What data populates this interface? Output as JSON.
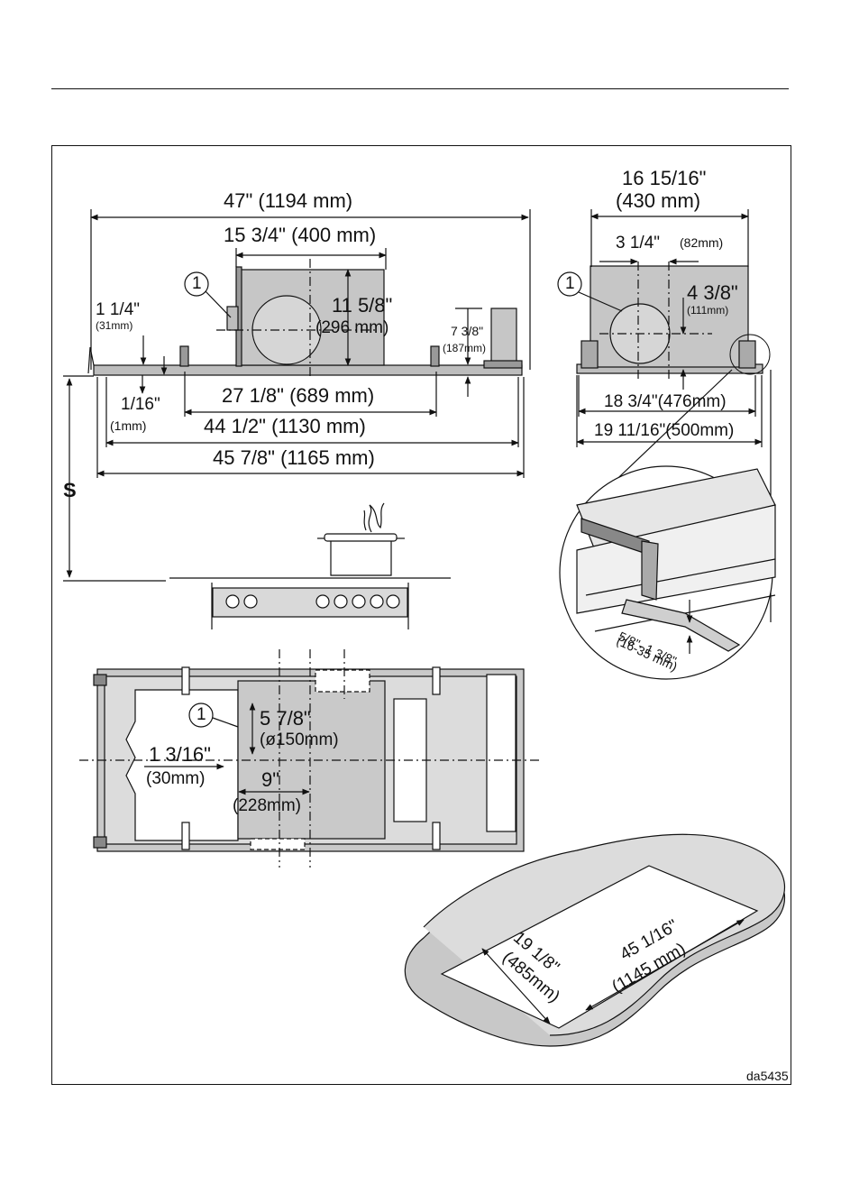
{
  "front_view": {
    "overall_width": "47\" (1194 mm)",
    "motor_width": "15 3/4\" (400 mm)",
    "left_height": "1 1/4\"",
    "left_height_mm": "(31mm)",
    "motor_height": "11 5/8\"",
    "motor_height_mm": "(296 mm)",
    "right_height": "7 3/8\"",
    "right_height_mm": "(187mm)",
    "gap": "1/16\"",
    "gap_mm": "(1mm)",
    "inner_width": "27 1/8\" (689 mm)",
    "mid_width": "44 1/2\" (1130 mm)",
    "outer_width": "45 7/8\" (1165 mm)",
    "marker": "1",
    "s_label": "S"
  },
  "side_view": {
    "top_width": "16 15/16\"",
    "top_width_mm": "(430 mm)",
    "offset": "3 1/4\"",
    "offset_mm": "(82mm)",
    "depth": "4 3/8\"",
    "depth_mm": "(111mm)",
    "inner_width": "18 3/4\"(476mm)",
    "outer_width": "19 11/16\"(500mm)",
    "marker": "1"
  },
  "detail": {
    "range": "5/8\"- 1 3/8\"",
    "range_mm": "(16-35 mm)"
  },
  "plan_view": {
    "marker": "1",
    "duct": "5 7/8\"",
    "duct_mm": "(ø150mm)",
    "offset_x": "1 3/16\"",
    "offset_x_mm": "(30mm)",
    "offset_y": "9\"",
    "offset_y_mm": "(228mm)"
  },
  "cutout": {
    "width": "19 1/8\"",
    "width_mm": "(485mm)",
    "length": "45 1/16\"",
    "length_mm": "(1145 mm)"
  },
  "figure_id": "da5435"
}
